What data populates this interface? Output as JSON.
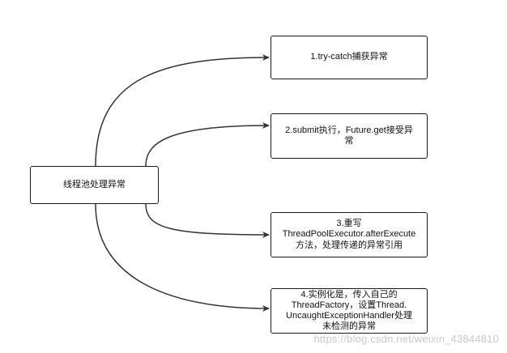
{
  "diagram": {
    "root": {
      "label": "线程池处理异常"
    },
    "branches": [
      {
        "label": "1.try-catch捕获异常"
      },
      {
        "label": "2.submit执行，Future.get接受异\n常"
      },
      {
        "label": "3.重写\nThreadPoolExecutor.afterExecute\n方法，处理传递的异常引用"
      },
      {
        "label": "4.实例化是，传入自己的\nThreadFactory，设置Thread.\nUncaughtExceptionHandler处理\n未检测的异常"
      }
    ]
  },
  "colors": {
    "line": "#333333",
    "border": "#1a1a1a",
    "watermark": "#c9c9c9"
  },
  "watermark": "https://blog.csdn.net/weixin_43844810"
}
